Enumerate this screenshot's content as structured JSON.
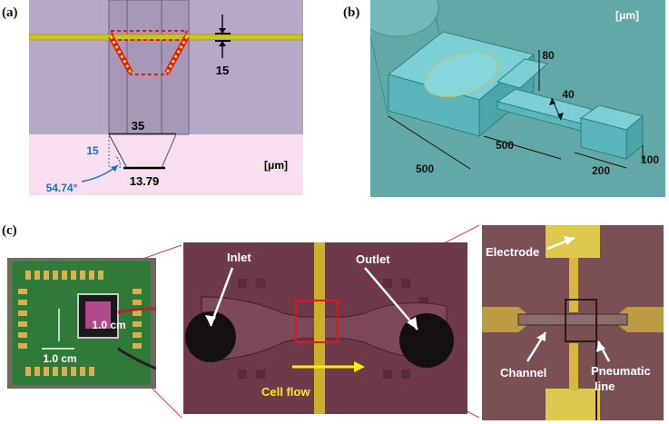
{
  "panels": {
    "a": {
      "label": "(a)",
      "dim_layer": "15",
      "dim_width": "35",
      "dim_height": "15",
      "angle": "54.74°",
      "dim_bottom": "13.79",
      "unit": "[μm]"
    },
    "b": {
      "label": "(b)",
      "unit": "[μm]",
      "dim_80": "80",
      "dim_40": "40",
      "dim_500_side": "500",
      "dim_500_front": "500",
      "dim_200": "200",
      "dim_100": "100"
    },
    "c": {
      "label": "(c)",
      "scale_v": "1.0 cm",
      "scale_h": "1.0 cm",
      "inlet": "Inlet",
      "outlet": "Outlet",
      "cell_flow": "Cell flow",
      "electrode": "Electrode",
      "channel": "Channel",
      "pneumatic_1": "Pneumatic",
      "pneumatic_2": "line"
    }
  },
  "colors": {
    "purple_bg": "#b7a8c6",
    "pink_bg": "#f8dff0",
    "yellow_line": "#c9c71a",
    "red_dash": "#e8141c",
    "blue_text": "#1a6fc0",
    "teal_bg": "#62a8a6",
    "cyan_block": "#6fc8cc",
    "micro_bg": "#6e3a4a",
    "gold": "#c9b22a",
    "flow_arrow": "#ffee00"
  }
}
